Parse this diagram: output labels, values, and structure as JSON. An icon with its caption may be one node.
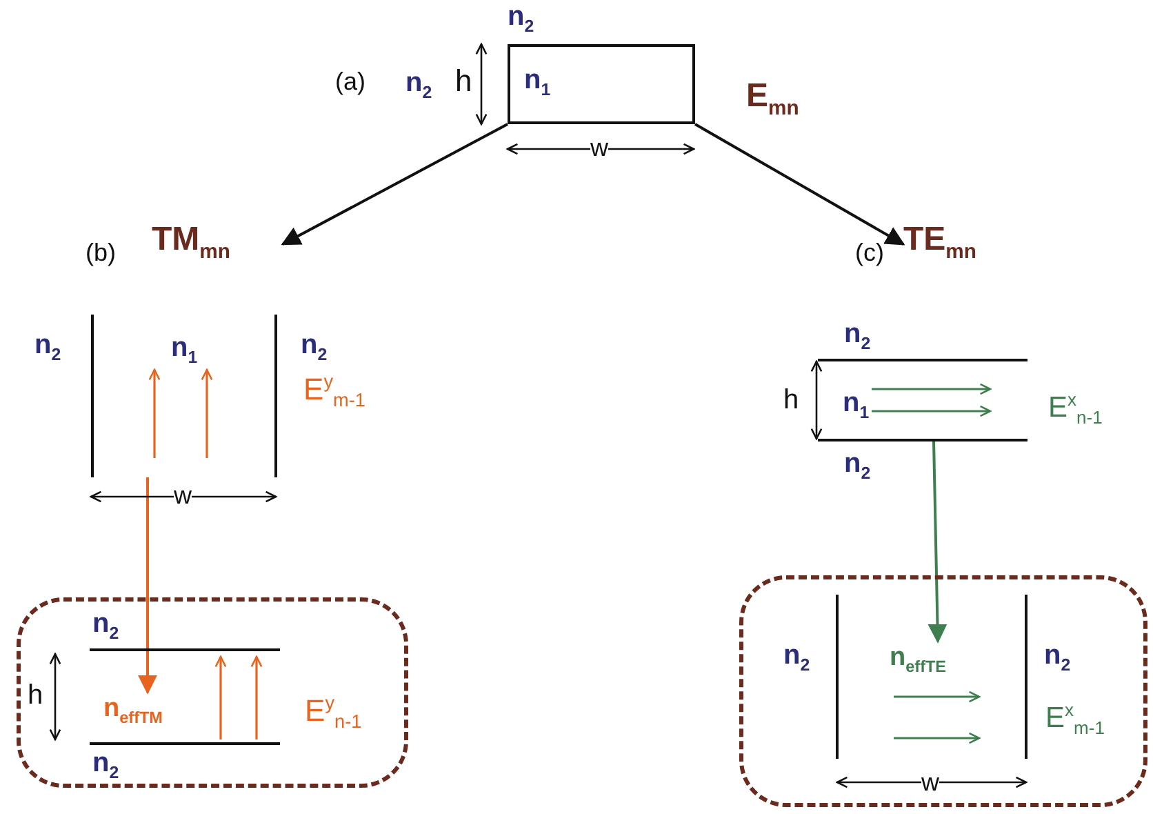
{
  "diagram": {
    "nodes": [
      {
        "text": [
          "n$_{1}$"
        ]
      },
      {
        "text": [
          "TM$_{mn}$"
        ]
      },
      {
        "text": [
          "TE$_{mn}$"
        ]
      },
      {
        "text": [
          "n$_{1}$"
        ]
      },
      {
        "text": [],
        "shape": "box"
      },
      {
        "text": [
          "n$_{effTM}$"
        ],
        "in": 4
      },
      {
        "text": [
          "n$_{1}$"
        ]
      },
      {
        "text": [],
        "shape": "box"
      },
      {
        "text": [
          "n$_{effTE}$"
        ],
        "in": 7
      }
    ],
    "edges": [
      {
        "from": 0,
        "to": 1,
        "arrow": "to"
      },
      {
        "from": 0,
        "to": 2,
        "arrow": "to"
      },
      {
        "from": 3,
        "to": 5,
        "arrow": "to",
        "color": "#e8641e"
      },
      {
        "from": 6,
        "to": 8,
        "arrow": "to",
        "color": "#3f7f4f"
      }
    ],
    "labels": [
      "n$_{2}$",
      "(a)",
      "n$_{2}$",
      "h",
      "E$_{mn}$",
      "w",
      "(b)",
      "(c)",
      "n$_{2}$",
      "n$_{2}$",
      "E$^{y}$$_{m-1}$",
      "w",
      "n$_{2}$",
      "h",
      "E$^{x}$$_{n-1}$",
      "n$_{2}$",
      "n$_{2}$",
      "h",
      "E$^{y}$$_{n-1}$",
      "n$_{2}$",
      "n$_{2}$",
      "n$_{2}$",
      "E$^{x}$$_{m-1}$",
      "w"
    ]
  }
}
